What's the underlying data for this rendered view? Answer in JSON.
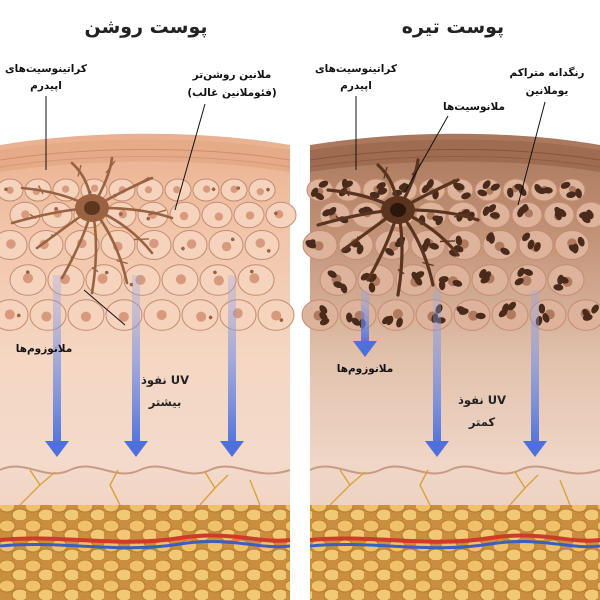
{
  "panels": [
    {
      "title": "پوست روشن",
      "labels": {
        "keratinocytes_l1": "کراتینوسیت‌های",
        "keratinocytes_l2": "اپیدرم",
        "melanin_l1": "ملانین روشن‌تر",
        "melanin_l2": "(فئوملانین غالب)",
        "melanosomes": "ملانوزوم‌ها",
        "uv_l1": "نفوذ UV",
        "uv_l2": "بیشتر"
      },
      "colors": {
        "epidermis": "#f1c3a5",
        "cell": "#f6d3bd",
        "pigment": "#8a5531",
        "arrow": "#5b7de0"
      }
    },
    {
      "title": "پوست تیره",
      "labels": {
        "keratinocytes_l1": "کراتینوسیت‌های",
        "keratinocytes_l2": "اپیدرم",
        "pigment_l1": "رنگدانه متراکم",
        "pigment_l2": "یوملانین",
        "melanocytes": "ملانوسیت‌ها",
        "melanosomes": "ملانوزوم‌ها",
        "uv_l1": "نفوذ UV",
        "uv_l2": "کمتر"
      },
      "colors": {
        "epidermis": "#c49478",
        "cell": "#d8ad93",
        "pigment": "#4a2a1a",
        "arrow": "#5b7de0"
      }
    }
  ]
}
